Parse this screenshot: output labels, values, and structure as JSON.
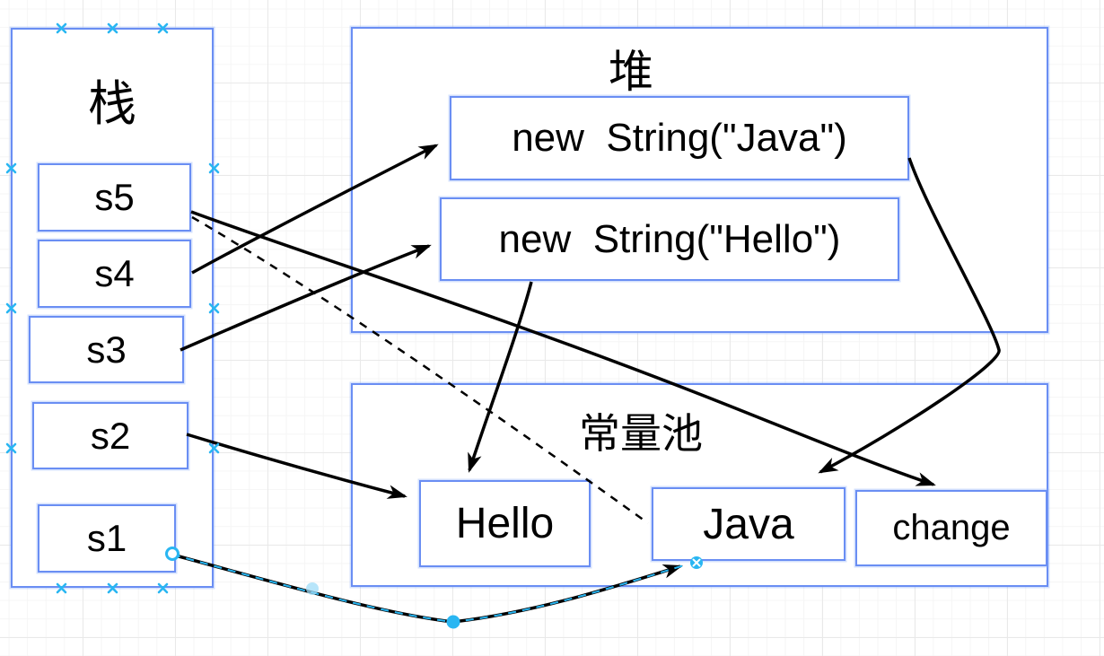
{
  "app": {
    "tool": "diagram-editor-canvas"
  },
  "colors": {
    "background": "#ffffff",
    "grid_minor": "#f5f5f5",
    "grid_major": "#e9e9e9",
    "shape_border": "#6a8ef3",
    "edge": "#000000",
    "selection_handle": "#29b6f2",
    "text": "#000000"
  },
  "stack": {
    "label": "栈",
    "items": [
      "s5",
      "s4",
      "s3",
      "s2",
      "s1"
    ]
  },
  "heap": {
    "label": "堆",
    "objects": [
      "new  String(\"Java\")",
      "new  String(\"Hello\")"
    ]
  },
  "pool": {
    "label": "常量池",
    "literals": [
      "Hello",
      "Java",
      "change"
    ]
  },
  "edges": [
    {
      "id": "s5-to-change",
      "from": "s5",
      "to": "change",
      "style": "solid",
      "arrow": true
    },
    {
      "id": "s4-to-new-string-java",
      "from": "s4",
      "to": "new String(\"Java\")",
      "style": "solid",
      "arrow": true
    },
    {
      "id": "s3-to-new-string-hello",
      "from": "s3",
      "to": "new String(\"Hello\")",
      "style": "solid",
      "arrow": true
    },
    {
      "id": "s2-to-hello",
      "from": "s2",
      "to": "Hello",
      "style": "solid",
      "arrow": true
    },
    {
      "id": "new-string-hello-to-hello",
      "from": "new String(\"Hello\")",
      "to": "Hello",
      "style": "solid",
      "arrow": true
    },
    {
      "id": "new-string-java-to-java",
      "from": "new String(\"Java\")",
      "to": "Java",
      "style": "solid",
      "arrow": true
    },
    {
      "id": "s5-to-java-dashed",
      "from": "s5",
      "to": "Java",
      "style": "dashed",
      "arrow": false
    },
    {
      "id": "s1-to-java-selected",
      "from": "s1",
      "to": "Java",
      "style": "solid",
      "arrow": true,
      "selected": true
    }
  ],
  "selection": {
    "selected_edge": "s1-to-java-selected",
    "handles": [
      "source-endpoint",
      "virtual-waypoint",
      "waypoint",
      "target-endpoint"
    ],
    "connection_points_on": "栈"
  }
}
